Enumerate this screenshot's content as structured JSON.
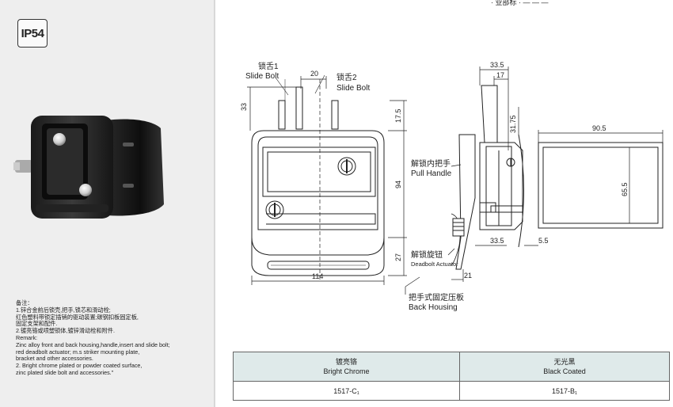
{
  "badge": {
    "label": "IP54"
  },
  "header_partial": {
    "text": "· 业部标 · — — —"
  },
  "notes": {
    "lines": [
      "备注：",
      "1.锌合金前后锁壳,把手,锁芯和滑动栓;",
      "红色塑料带锁定插销的驱动装置;碳钢扣板固定板,",
      "固定支架和配件.",
      "2.镀亮铬或喷塑锁体,镀锌滑动栓和附件.",
      "Remark:",
      "Zinc alloy front and back housing,handle,insert and slide bolt;",
      "red deadbolt actuator; m.s striker mounting plate,",
      "bracket and other accessories.",
      "2. Bright chrome plated or powder coated surface,",
      "zinc plated slide bolt and accessories.\""
    ]
  },
  "drawing": {
    "labels": {
      "slide_bolt_1_cn": "锁舌1",
      "slide_bolt_1_en": "Slide Bolt",
      "slide_bolt_2_cn": "锁舌2",
      "slide_bolt_2_en": "Slide Bolt",
      "pull_handle_cn": "解锁内把手",
      "pull_handle_en": "Pull Handle",
      "deadbolt_cn": "解锁旋钮",
      "deadbolt_en": "Deadbolt Actuator",
      "back_housing_cn": "把手式固定压板",
      "back_housing_en": "Back Housing"
    },
    "dims": {
      "d20": "20",
      "d33": "33",
      "d17_5": "17.5",
      "d94": "94",
      "d27": "27",
      "d114": "114",
      "d33_5_top": "33.5",
      "d17": "17",
      "d31_75": "31.75",
      "d33_5_bottom": "33.5",
      "d5_5": "5.5",
      "d21": "21",
      "d90_5": "90.5",
      "d65_5": "65.5"
    }
  },
  "table": {
    "headers": [
      {
        "cn": "镀亮铬",
        "en": "Bright Chrome"
      },
      {
        "cn": "无光黑",
        "en": "Black Coated"
      }
    ],
    "rows": [
      [
        "1517-C₁",
        "1517-B₁"
      ]
    ]
  }
}
